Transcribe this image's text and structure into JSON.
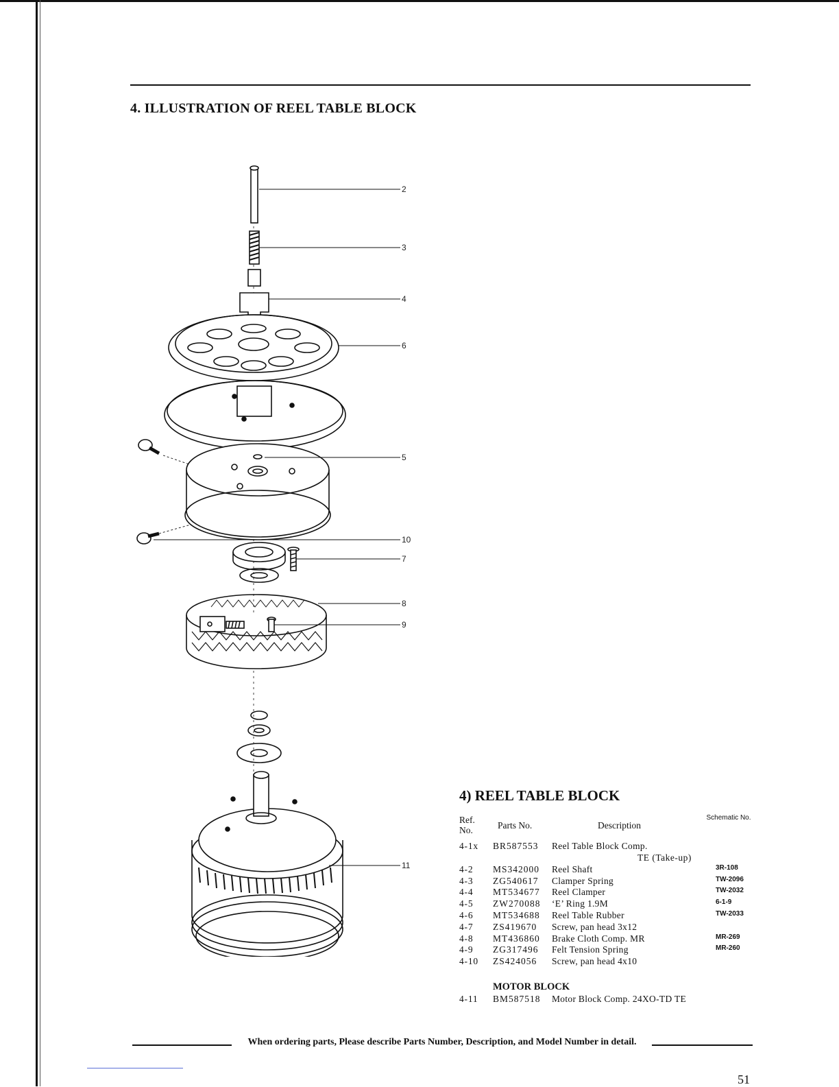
{
  "section_title": "4. ILLUSTRATION OF REEL TABLE BLOCK",
  "callouts": [
    "2",
    "3",
    "4",
    "6",
    "5",
    "10",
    "7",
    "8",
    "9",
    "11"
  ],
  "parts_list": {
    "title": "4) REEL TABLE BLOCK",
    "headers": {
      "ref_no": "Ref. No.",
      "parts_no": "Parts No.",
      "description": "Description",
      "schematic_no": "Schematic No."
    },
    "rows": [
      {
        "ref": "4-1x",
        "part": "BR587553",
        "desc": "Reel Table Block Comp.",
        "sch": ""
      },
      {
        "ref": "4-2",
        "part": "MS342000",
        "desc": "Reel Shaft",
        "sch": "3R-108"
      },
      {
        "ref": "4-3",
        "part": "ZG540617",
        "desc": "Clamper Spring",
        "sch": "TW-2096"
      },
      {
        "ref": "4-4",
        "part": "MT534677",
        "desc": "Reel Clamper",
        "sch": "TW-2032"
      },
      {
        "ref": "4-5",
        "part": "ZW270088",
        "desc": "‘E’ Ring 1.9M",
        "sch": "6-1-9"
      },
      {
        "ref": "4-6",
        "part": "MT534688",
        "desc": "Reel Table Rubber",
        "sch": "TW-2033"
      },
      {
        "ref": "4-7",
        "part": "ZS419670",
        "desc": "Screw, pan head 3x12",
        "sch": ""
      },
      {
        "ref": "4-8",
        "part": "MT436860",
        "desc": "Brake Cloth Comp. MR",
        "sch": "MR-269"
      },
      {
        "ref": "4-9",
        "part": "ZG317496",
        "desc": "Felt Tension Spring",
        "sch": "MR-260"
      },
      {
        "ref": "4-10",
        "part": "ZS424056",
        "desc": "Screw, pan head 4x10",
        "sch": ""
      }
    ],
    "row1_continuation": "TE (Take-up)",
    "motor_block": {
      "heading": "MOTOR BLOCK",
      "row": {
        "ref": "4-11",
        "part": "BM587518",
        "desc": "Motor Block Comp. 24XO-TD TE",
        "sch": ""
      }
    }
  },
  "footer_text": "When ordering parts, Please describe Parts Number, Description, and Model Number in detail.",
  "page_number": "51"
}
